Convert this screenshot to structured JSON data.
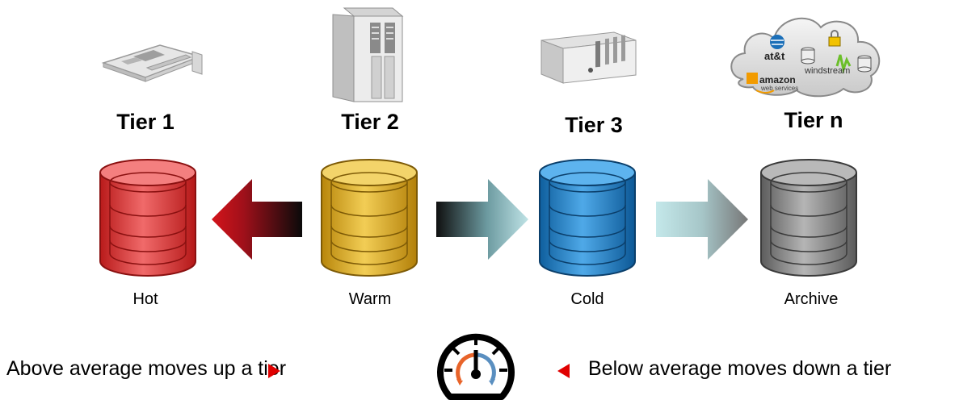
{
  "tiers": [
    {
      "title": "Tier 1",
      "label": "Hot",
      "color": "#e0393a"
    },
    {
      "title": "Tier 2",
      "label": "Warm",
      "color": "#e6b21f"
    },
    {
      "title": "Tier 3",
      "label": "Cold",
      "color": "#2a8ad0"
    },
    {
      "title": "Tier n",
      "label": "Archive",
      "color": "#8f8f8f"
    }
  ],
  "cloud": {
    "brand1": "at&t",
    "brand2": "windstream",
    "brand3": "amazon",
    "brand3_sub": "web services"
  },
  "legend": {
    "left": "Above average moves up a tier",
    "right": "Below average moves down a tier",
    "marker_color": "#e00000"
  }
}
